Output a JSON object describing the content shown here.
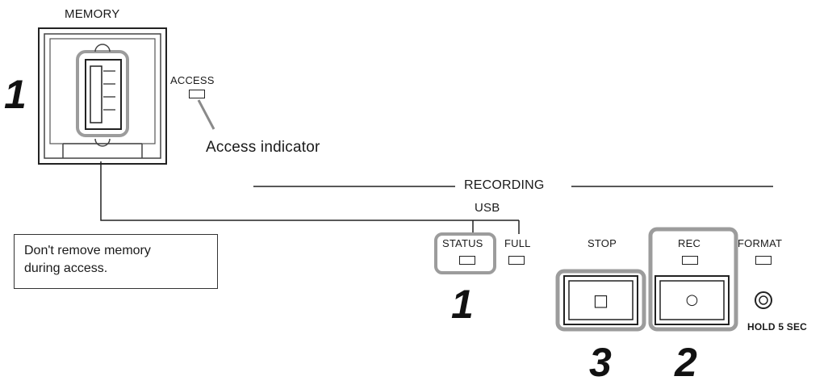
{
  "labels": {
    "memory": "MEMORY",
    "access": "ACCESS",
    "access_indicator": "Access indicator",
    "recording": "RECORDING",
    "usb": "USB",
    "status": "STATUS",
    "full": "FULL",
    "stop": "STOP",
    "rec": "REC",
    "format": "FORMAT",
    "hold": "HOLD 5 SEC"
  },
  "note": {
    "line1": "Don't remove memory",
    "line2": "during access."
  },
  "steps": {
    "memory_step": "1",
    "status_step": "1",
    "stop_step": "3",
    "rec_step": "2"
  },
  "symbols": {
    "stop_symbol": "□",
    "rec_symbol": "○"
  },
  "icons": {
    "usb_port": "usb-port-icon",
    "format_button": "recessed-button-icon"
  },
  "colors": {
    "highlight": "#9c9c9c",
    "line": "#222222"
  }
}
